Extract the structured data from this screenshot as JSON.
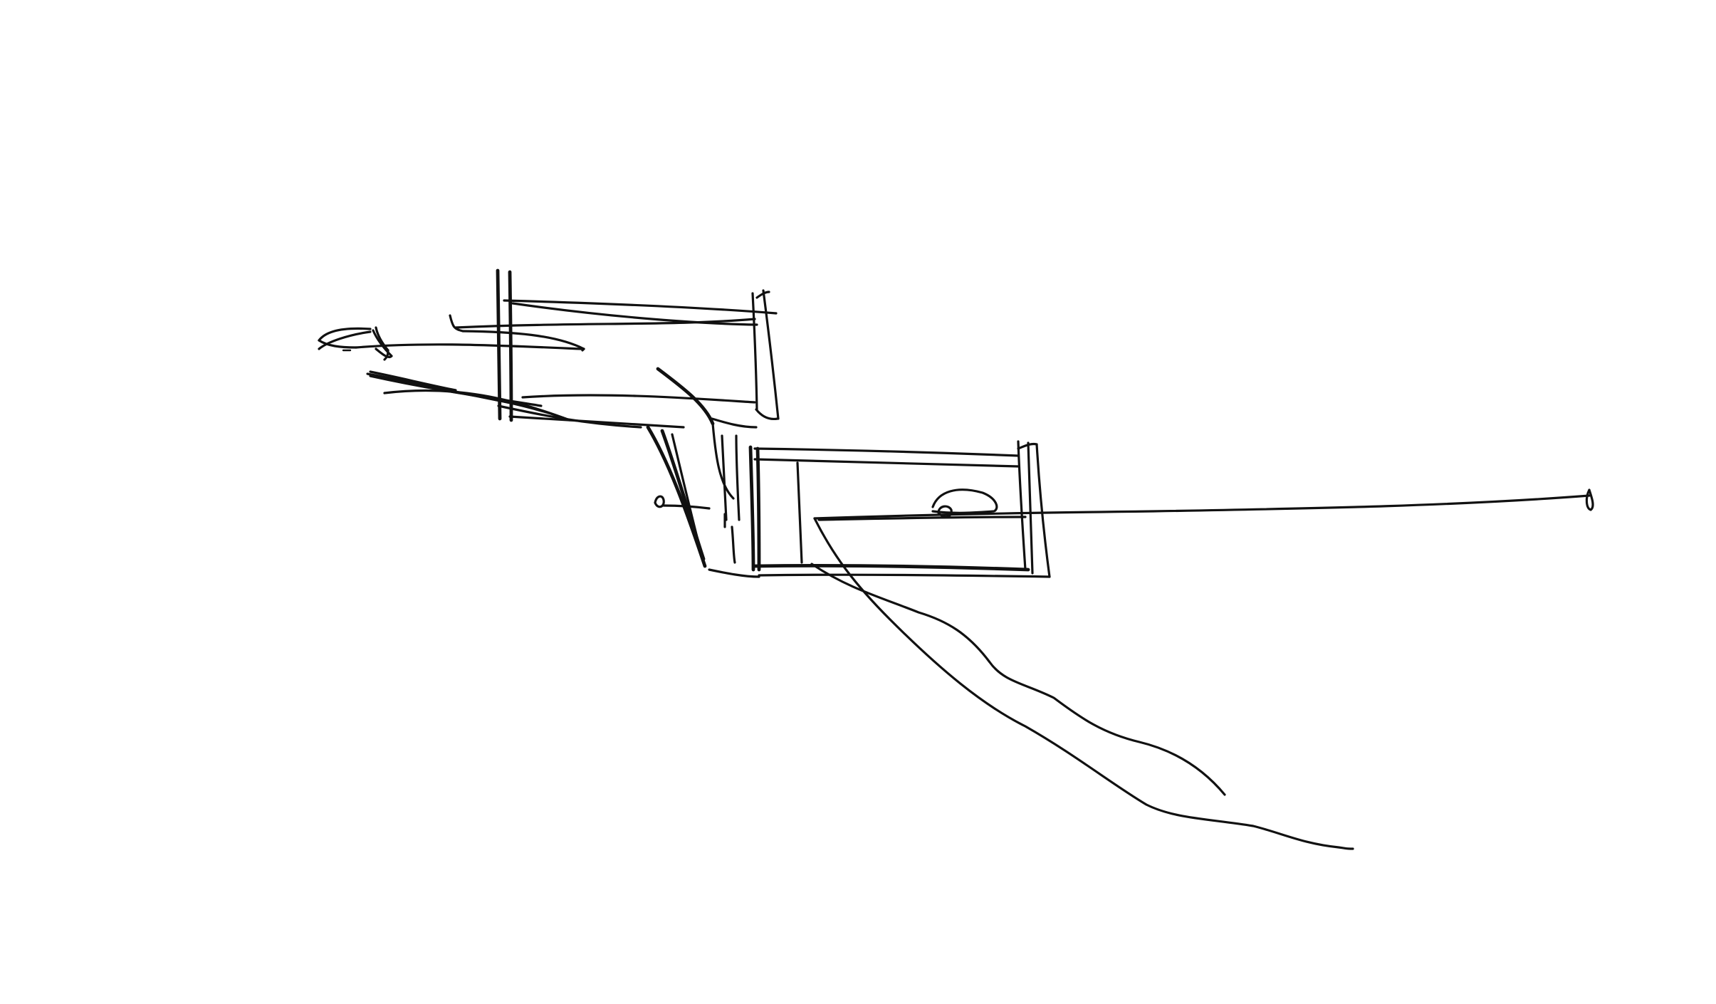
{
  "drawing": {
    "kind": "hand-drawn architectural section sketch",
    "ink_color": "#111111",
    "background_color": "#ffffff",
    "elements": [
      "upper-volume",
      "lower-volume",
      "support-column",
      "horizon-line",
      "terrain-slope",
      "ground-lines",
      "figure-marks"
    ]
  }
}
